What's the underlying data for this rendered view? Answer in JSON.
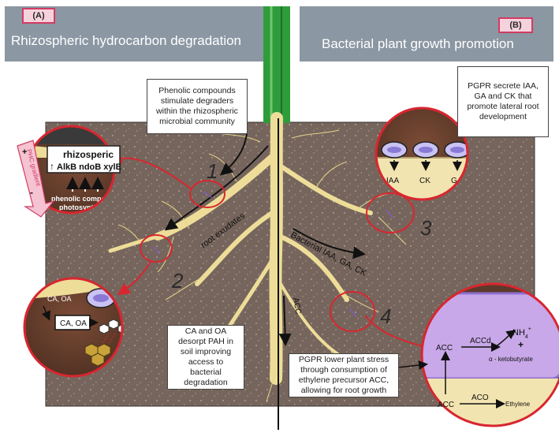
{
  "panel_a": {
    "tag": "(A)",
    "title": "Rhizospheric hydrocarbon degradation",
    "note_phenolic": "Phenolic compounds stimulate degraders within the rhizospheric microbial community",
    "note_ca_oa": "CA and OA desorpt PAH in soil improving access to bacterial degradation",
    "circle1": {
      "box_line1": "rhizosperic",
      "box_line2": "AlkB ndoB xylE",
      "caption_line1": "phenolic compounds",
      "caption_line2": "photosynthates",
      "gradient_label": "PHC gradient",
      "plus": "+",
      "minus": "-"
    },
    "circle2": {
      "label_top": "CA, OA",
      "label_box": "CA, OA"
    },
    "root_exudates": "root exudates",
    "number_1": "1",
    "number_2": "2"
  },
  "panel_b": {
    "tag": "(B)",
    "title": "Bacterial plant growth promotion",
    "note_pgpr": "PGPR secrete IAA, GA and CK that promote lateral root development",
    "note_acc": "PGPR lower plant stress through consumption of ethylene precursor ACC, allowing for root growth",
    "circle3": {
      "labels": [
        "IAA",
        "CK",
        "GA"
      ]
    },
    "circle4": {
      "acc_top": "ACC",
      "accd": "ACCd",
      "nh4": "NH",
      "nh4_sub": "4",
      "nh4_sup": "+",
      "plus": "+",
      "ketobutyrate": "α - ketobutyrate",
      "acc_bottom": "ACC",
      "aco": "ACO",
      "ethylene": "Ethylene"
    },
    "bacterial_hormones": "Bacterial IAA, GA, CK",
    "acc_arrow_label": "ACC",
    "number_3": "3",
    "number_4": "4"
  },
  "colors": {
    "header": "#8b97a2",
    "tag_fill": "#f6d3dc",
    "tag_border": "#d23b63",
    "soil": "#76655c",
    "root": "#eddd98",
    "stem": "#2f9c3c",
    "circle": "#d8262f",
    "soil_dark": "#5b3a2c",
    "acc_cell": "#c8a8e8"
  }
}
